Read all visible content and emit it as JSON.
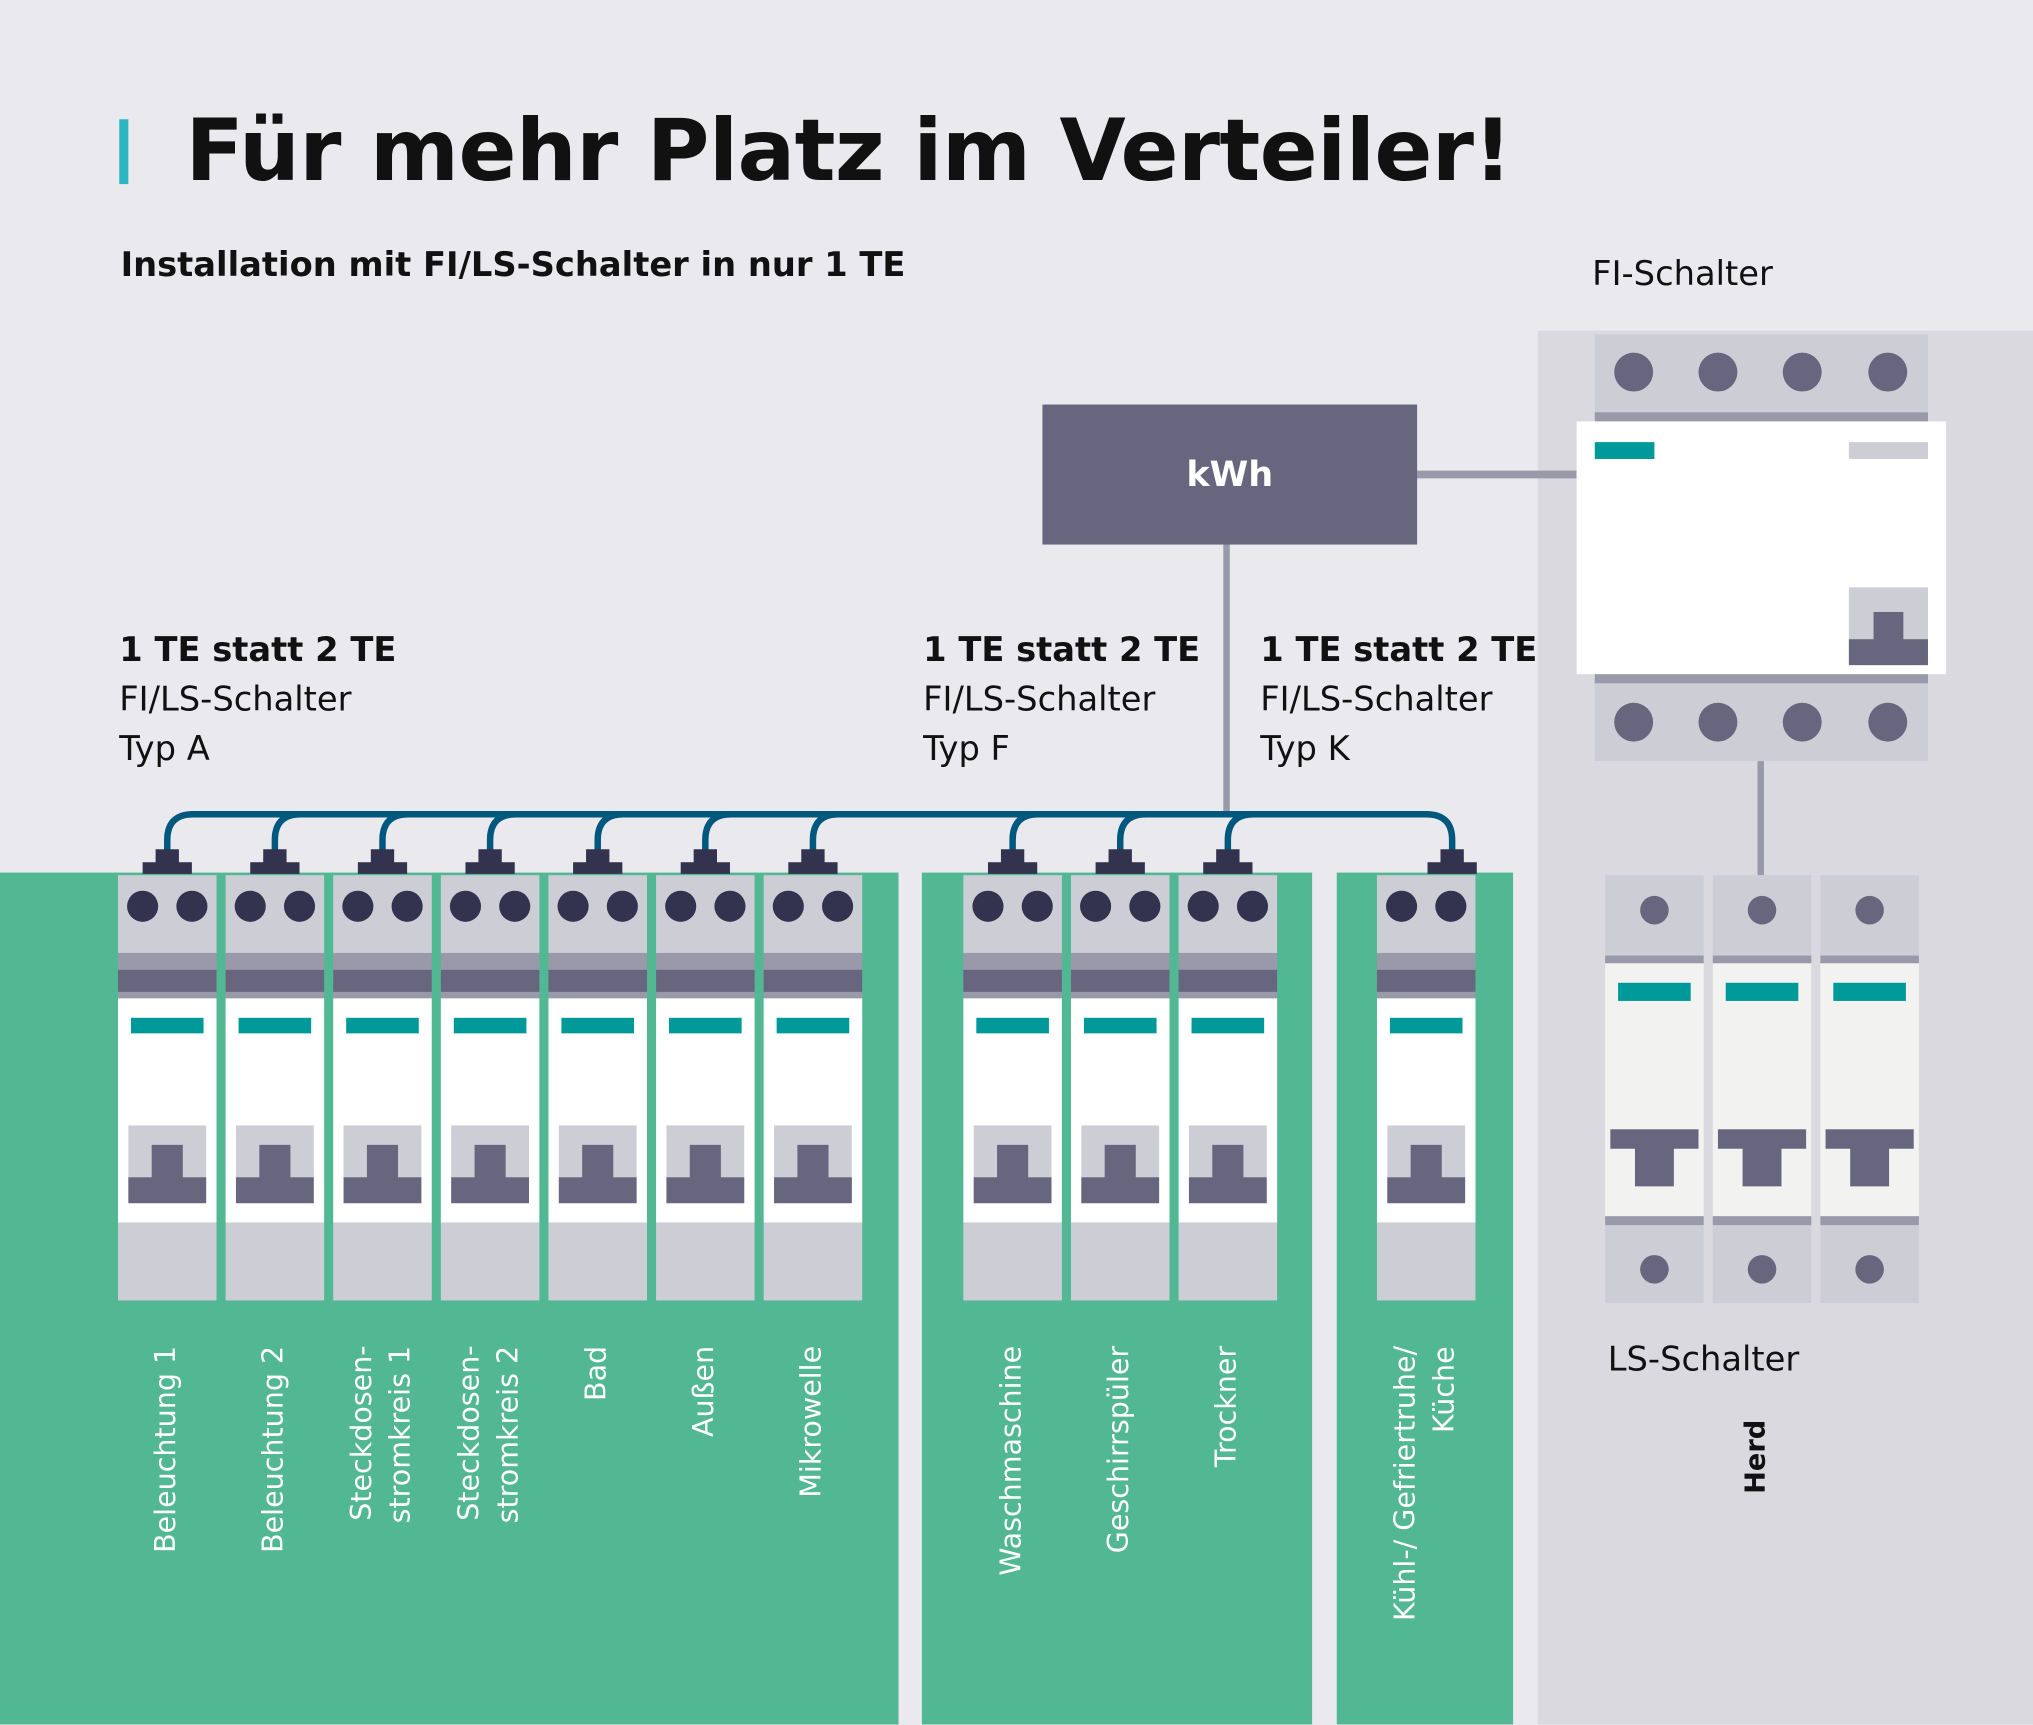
{
  "title": "Für mehr Platz im Verteiler!",
  "subtitle": "Installation mit FI/LS-Schalter in nur 1 TE",
  "fi_label": "FI-Schalter",
  "kwh_label": "kWh",
  "ls_label": "LS-Schalter",
  "herd_label": "Herd",
  "groups": [
    {
      "headline": "1 TE statt 2 TE",
      "device": "FI/LS-Schalter",
      "type": "Typ A"
    },
    {
      "headline": "1 TE statt 2 TE",
      "device": "FI/LS-Schalter",
      "type": "Typ F"
    },
    {
      "headline": "1 TE statt 2 TE",
      "device": "FI/LS-Schalter",
      "type": "Typ K"
    }
  ],
  "circuits": [
    {
      "lines": [
        "Beleuchtung 1"
      ],
      "group": "A"
    },
    {
      "lines": [
        "Beleuchtung 2"
      ],
      "group": "A"
    },
    {
      "lines": [
        "Steckdosen-",
        "stromkreis 1"
      ],
      "group": "A"
    },
    {
      "lines": [
        "Steckdosen-",
        "stromkreis 2"
      ],
      "group": "A"
    },
    {
      "lines": [
        "Bad"
      ],
      "group": "A"
    },
    {
      "lines": [
        "Außen"
      ],
      "group": "A"
    },
    {
      "lines": [
        "Mikrowelle"
      ],
      "group": "A"
    },
    {
      "lines": [
        "Waschmaschine"
      ],
      "group": "F"
    },
    {
      "lines": [
        "Geschirrspüler"
      ],
      "group": "F"
    },
    {
      "lines": [
        "Trockner"
      ],
      "group": "F"
    },
    {
      "lines": [
        "Kühl-/ Gefriertruhe/",
        "Küche"
      ],
      "group": "K"
    }
  ],
  "colors": {
    "accent": "#2ab5c0",
    "green": "#52b893",
    "teal": "#009999",
    "wire": "#00587e",
    "dark": "#34334f",
    "slate": "#67667e"
  }
}
